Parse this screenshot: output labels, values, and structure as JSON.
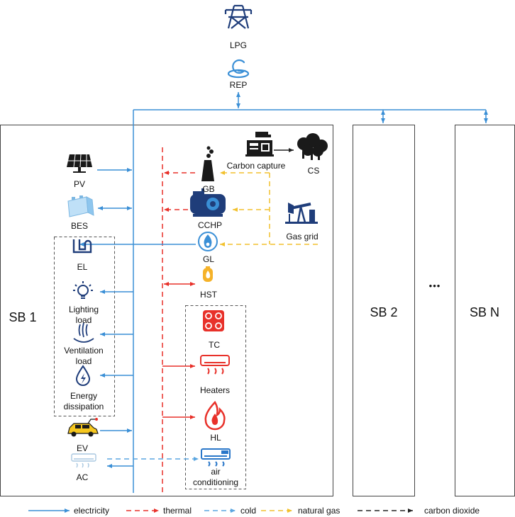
{
  "diagram": {
    "top": {
      "lpg": "LPG",
      "rep": "REP"
    },
    "subsystems": {
      "sb1": "SB 1",
      "sb2": "SB 2",
      "sbn": "SB N",
      "ellipsis": "•••"
    },
    "nodes": {
      "pv": "PV",
      "bes": "BES",
      "el": "EL",
      "lighting_load": "Lighting load",
      "ventilation_load": "Ventilation load",
      "energy_dissipation": "Energy dissipation",
      "ev": "EV",
      "ac": "AC",
      "carbon_capture": "Carbon capture",
      "cs": "CS",
      "gb": "GB",
      "cchp": "CCHP",
      "gas_grid": "Gas grid",
      "gl": "GL",
      "hst": "HST",
      "tc": "TC",
      "heaters": "Heaters",
      "hl": "HL",
      "air_conditioning": "air conditioning"
    },
    "legend": [
      {
        "label": "electricity",
        "color": "#3a8fd6"
      },
      {
        "label": "thermal",
        "color": "#e8312a"
      },
      {
        "label": "cold",
        "color": "#5aa6e0"
      },
      {
        "label": "natural gas",
        "color": "#f2c12e"
      },
      {
        "label": "carbon dioxide",
        "color": "#222222"
      }
    ]
  }
}
